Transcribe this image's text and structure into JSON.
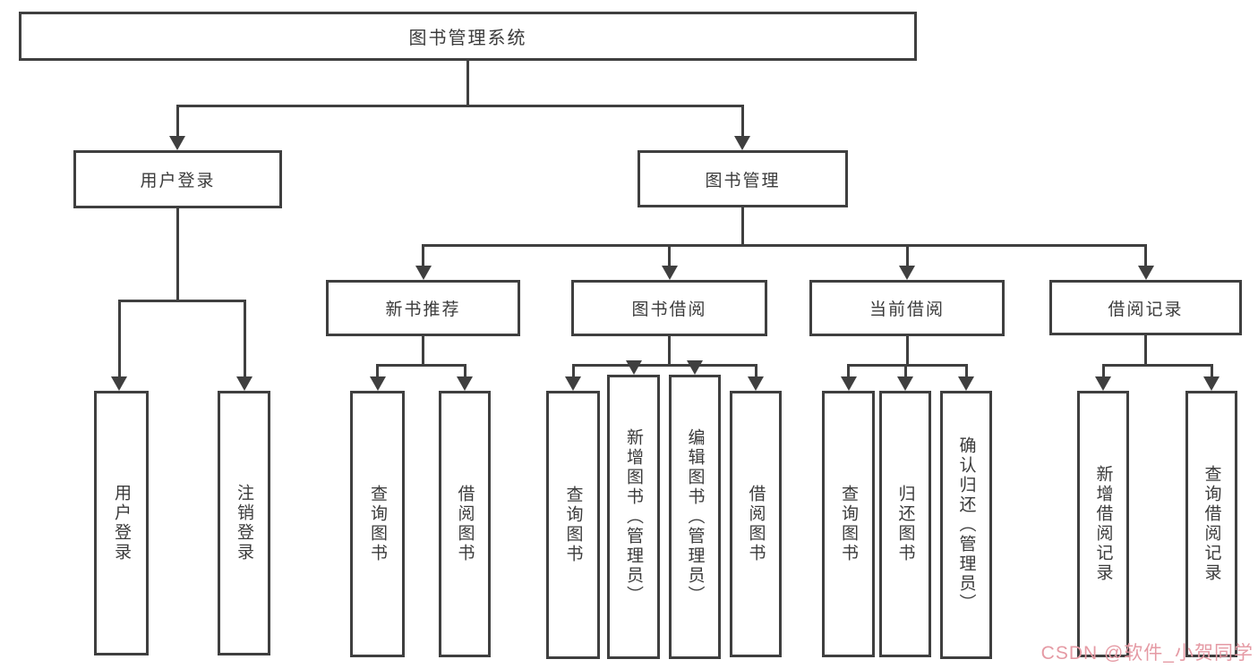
{
  "diagram": {
    "title": "图书管理系统",
    "colors": {
      "line": "#3f3f3f",
      "text": "#3b3b3b",
      "background": "#ffffff",
      "watermark": "#e59aa4"
    },
    "nodes": {
      "root": {
        "label": "图书管理系统"
      },
      "level2": {
        "user_login": {
          "label": "用户登录"
        },
        "book_management": {
          "label": "图书管理"
        }
      },
      "level3": {
        "new_book_recommend": {
          "label": "新书推荐"
        },
        "book_borrow": {
          "label": "图书借阅"
        },
        "current_borrow": {
          "label": "当前借阅"
        },
        "borrow_records": {
          "label": "借阅记录"
        }
      },
      "leaves": {
        "user_login_leaf": "用户登录",
        "logout_leaf": "注销登录",
        "nb_query_books": "查询图书",
        "nb_borrow_books": "借阅图书",
        "bb_query_books": "查询图书",
        "bb_add_books": "新增图书（管理员）",
        "bb_edit_books": "编辑图书（管理员）",
        "bb_borrow_books": "借阅图书",
        "cb_query_books": "查询图书",
        "cb_return_books": "归还图书",
        "cb_confirm_return": "确认归还（管理员）",
        "br_add_record": "新增借阅记录",
        "br_query_record": "查询借阅记录"
      }
    },
    "watermark": {
      "text": "CSDN @软件_小贺同学"
    }
  }
}
